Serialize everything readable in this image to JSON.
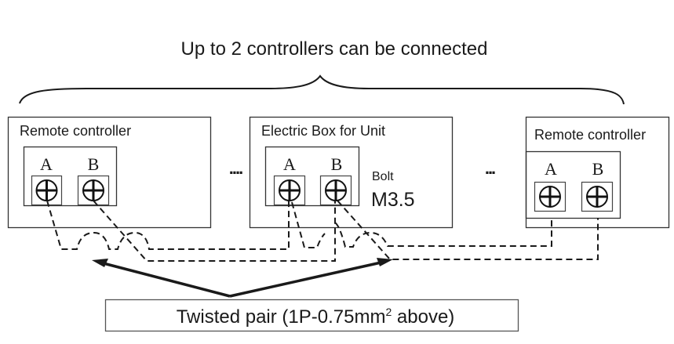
{
  "title": "Up to 2 controllers can be connected",
  "separators": {
    "left": "....",
    "right": "..."
  },
  "boxes": [
    {
      "id": "left",
      "label": "Remote controller",
      "terminals": [
        "A",
        "B"
      ]
    },
    {
      "id": "middle",
      "label": "Electric Box for Unit",
      "terminals": [
        "A",
        "B"
      ],
      "bolt_label": "Bolt",
      "bolt_size": "M3.5"
    },
    {
      "id": "right",
      "label": "Remote controller",
      "terminals": [
        "A",
        "B"
      ]
    }
  ],
  "cable_label": {
    "main": "Twisted pair (1P-0.75mm",
    "superscript": "2",
    "suffix": " above)"
  },
  "colors": {
    "line": "#1a1a1a",
    "box_border": "#555555",
    "background": "#ffffff"
  }
}
